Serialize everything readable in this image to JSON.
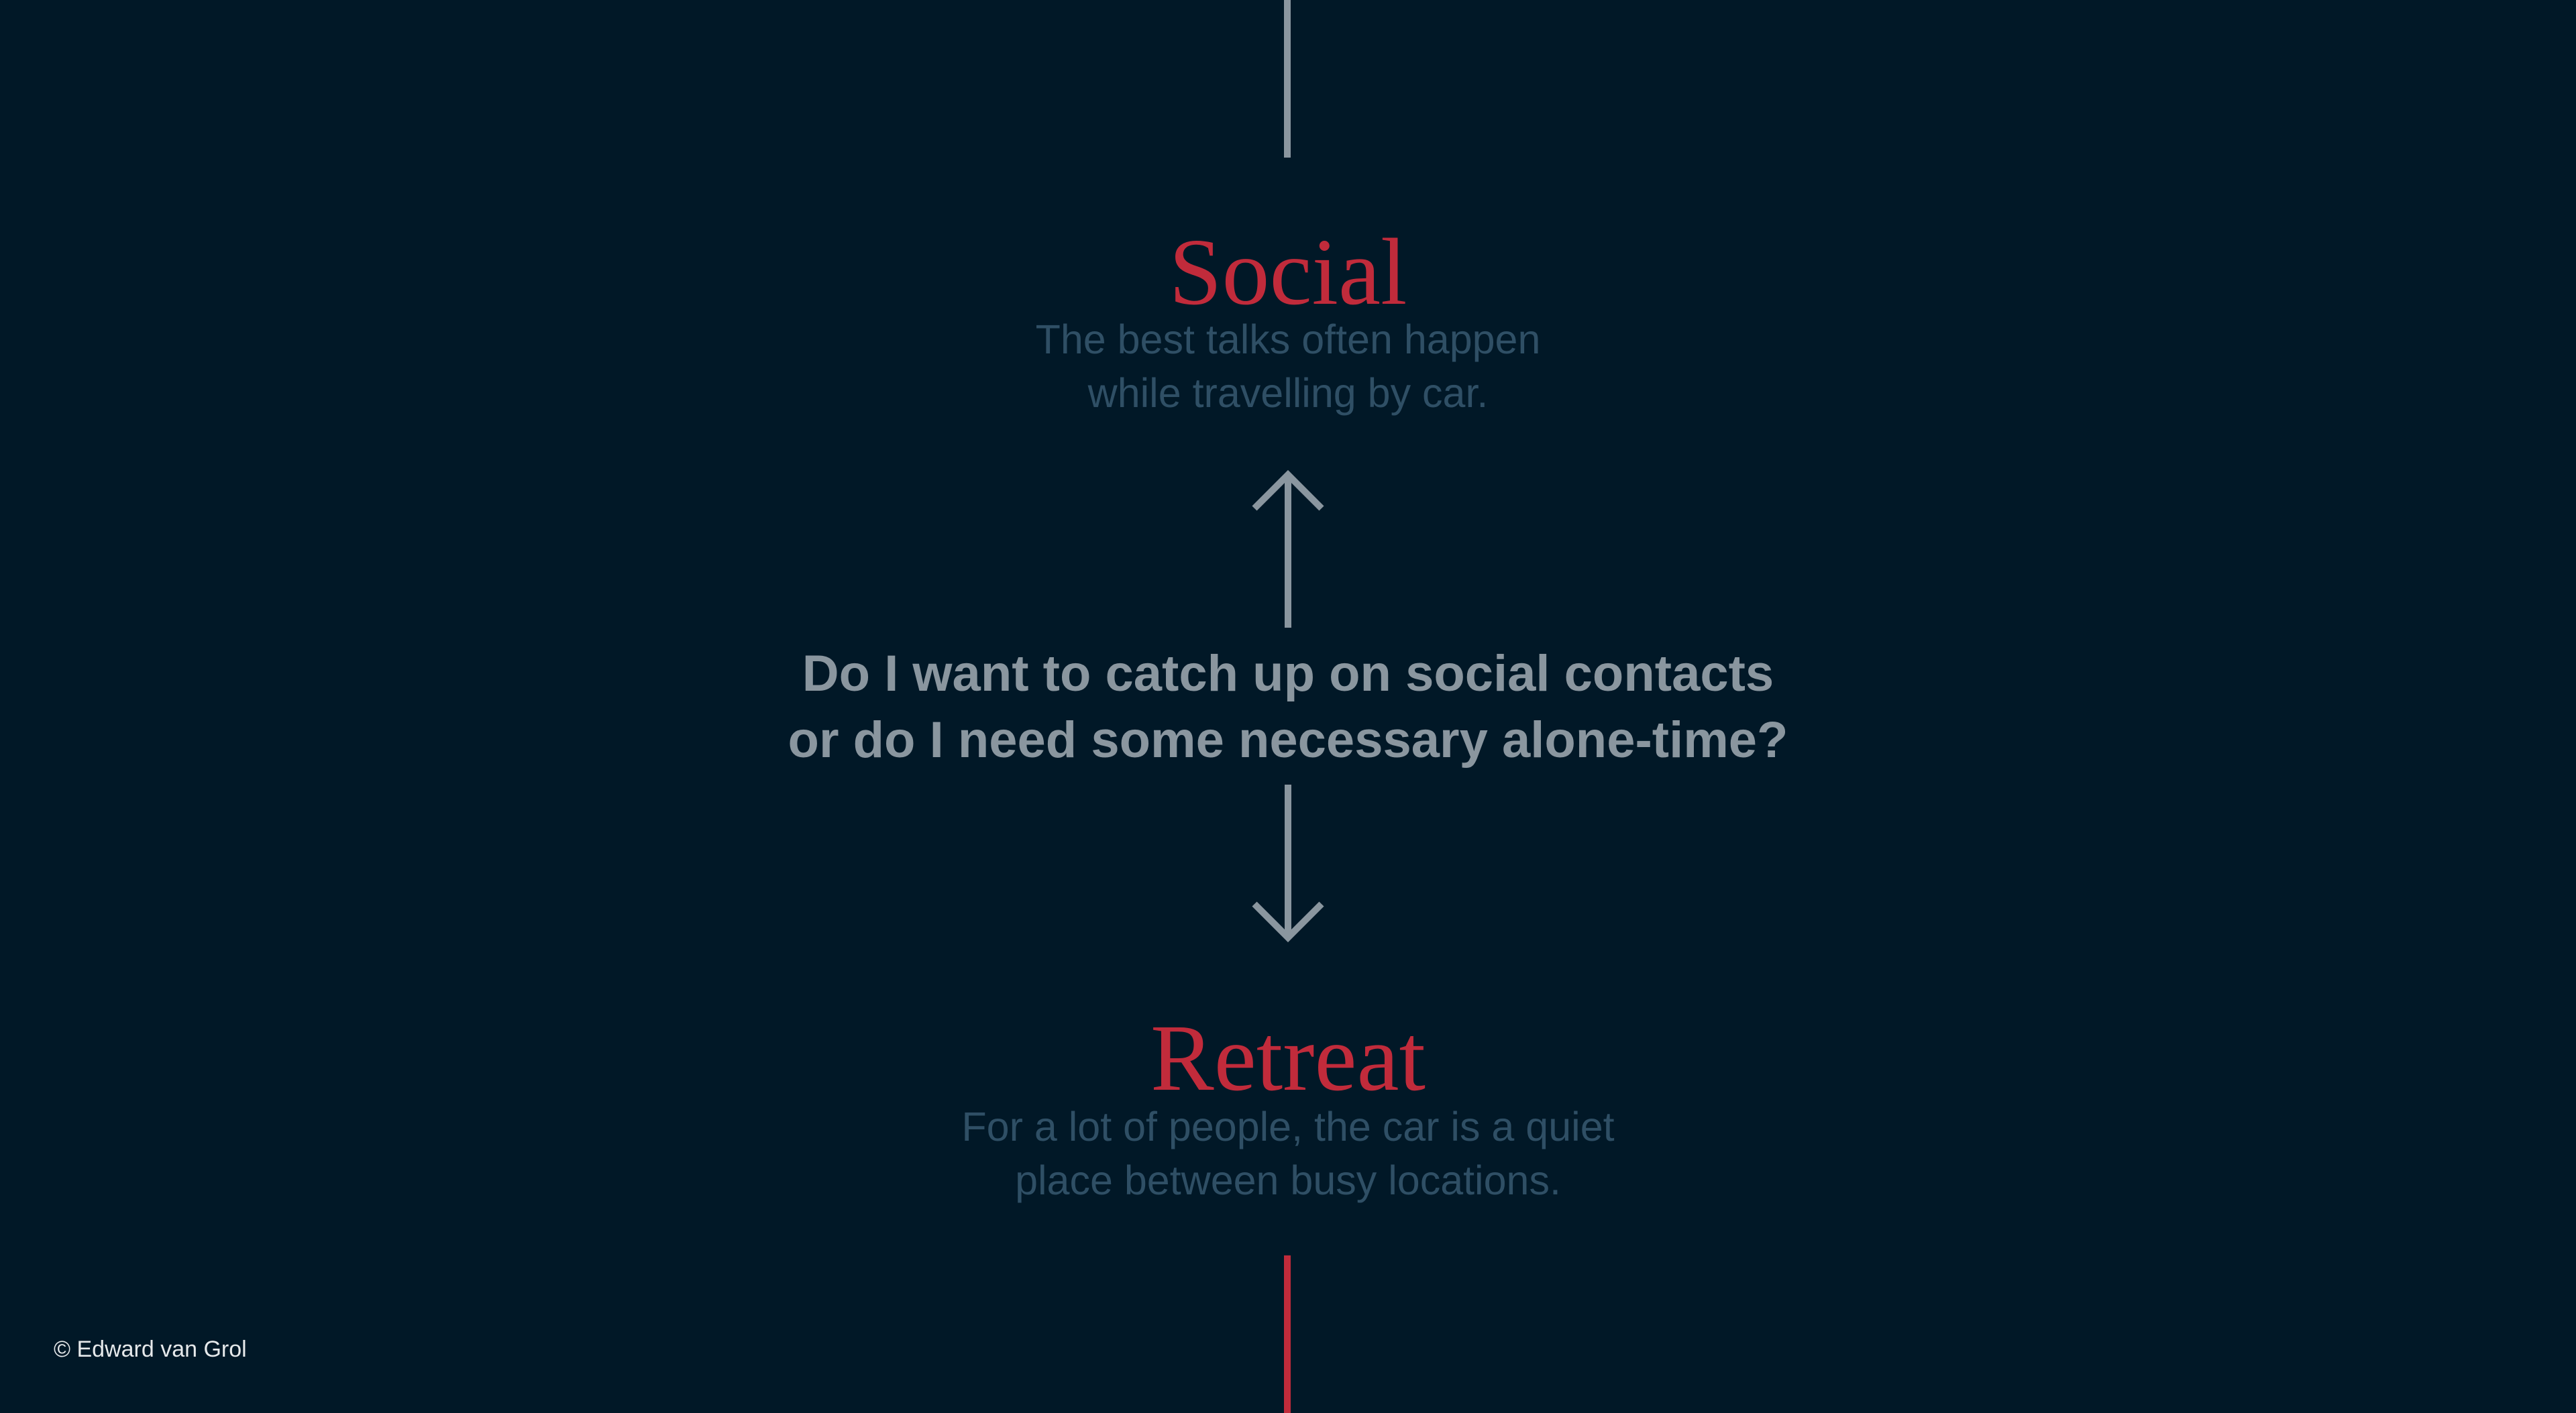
{
  "colors": {
    "background": "#011827",
    "accent_red": "#c12b3b",
    "line_gray": "#8a969f",
    "question_text": "#8a969f",
    "description_text": "#2f4f65",
    "copyright_text": "#e6e9eb"
  },
  "icons": {
    "top_arrow": "arrow-up-icon",
    "bottom_arrow": "arrow-down-icon"
  },
  "options": {
    "social": {
      "title": "Social",
      "description_lines": [
        "The best talks often happen",
        "while travelling by car."
      ]
    },
    "retreat": {
      "title": "Retreat",
      "description_lines": [
        "For a lot of people, the car is a quiet",
        "place between busy locations."
      ]
    }
  },
  "question": {
    "lines": [
      "Do I want to catch up on social contacts",
      "or do I need some necessary alone-time?"
    ]
  },
  "footer": {
    "copyright": "© Edward van Grol"
  }
}
